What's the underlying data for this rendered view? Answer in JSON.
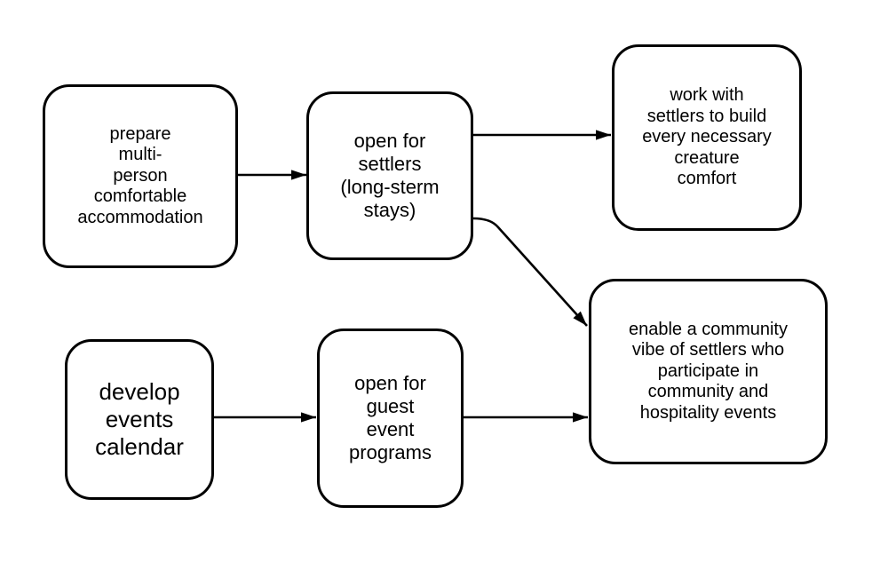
{
  "canvas": {
    "background": "#ffffff",
    "line_color": "#000000",
    "text_color": "#000000"
  },
  "diagram": {
    "type": "flowchart",
    "nodes": [
      {
        "id": "prepare-accommodation",
        "label": "prepare\nmulti-\nperson\ncomfortable\naccommodation"
      },
      {
        "id": "open-settlers",
        "label": "open for\nsettlers\n(long-sterm\nstays)"
      },
      {
        "id": "work-with-settlers",
        "label": "work with\nsettlers to build\nevery necessary\ncreature\ncomfort"
      },
      {
        "id": "develop-events-calendar",
        "label": "develop\nevents\ncalendar"
      },
      {
        "id": "open-guest-event-programs",
        "label": "open for\nguest\nevent\nprograms"
      },
      {
        "id": "enable-community-vibe",
        "label": "enable a community\nvibe of settlers who\nparticipate in\ncommunity and\nhospitality events"
      }
    ],
    "edges": [
      {
        "from": "prepare-accommodation",
        "to": "open-settlers"
      },
      {
        "from": "open-settlers",
        "to": "work-with-settlers"
      },
      {
        "from": "open-settlers",
        "to": "enable-community-vibe"
      },
      {
        "from": "develop-events-calendar",
        "to": "open-guest-event-programs"
      },
      {
        "from": "open-guest-event-programs",
        "to": "enable-community-vibe"
      }
    ]
  }
}
